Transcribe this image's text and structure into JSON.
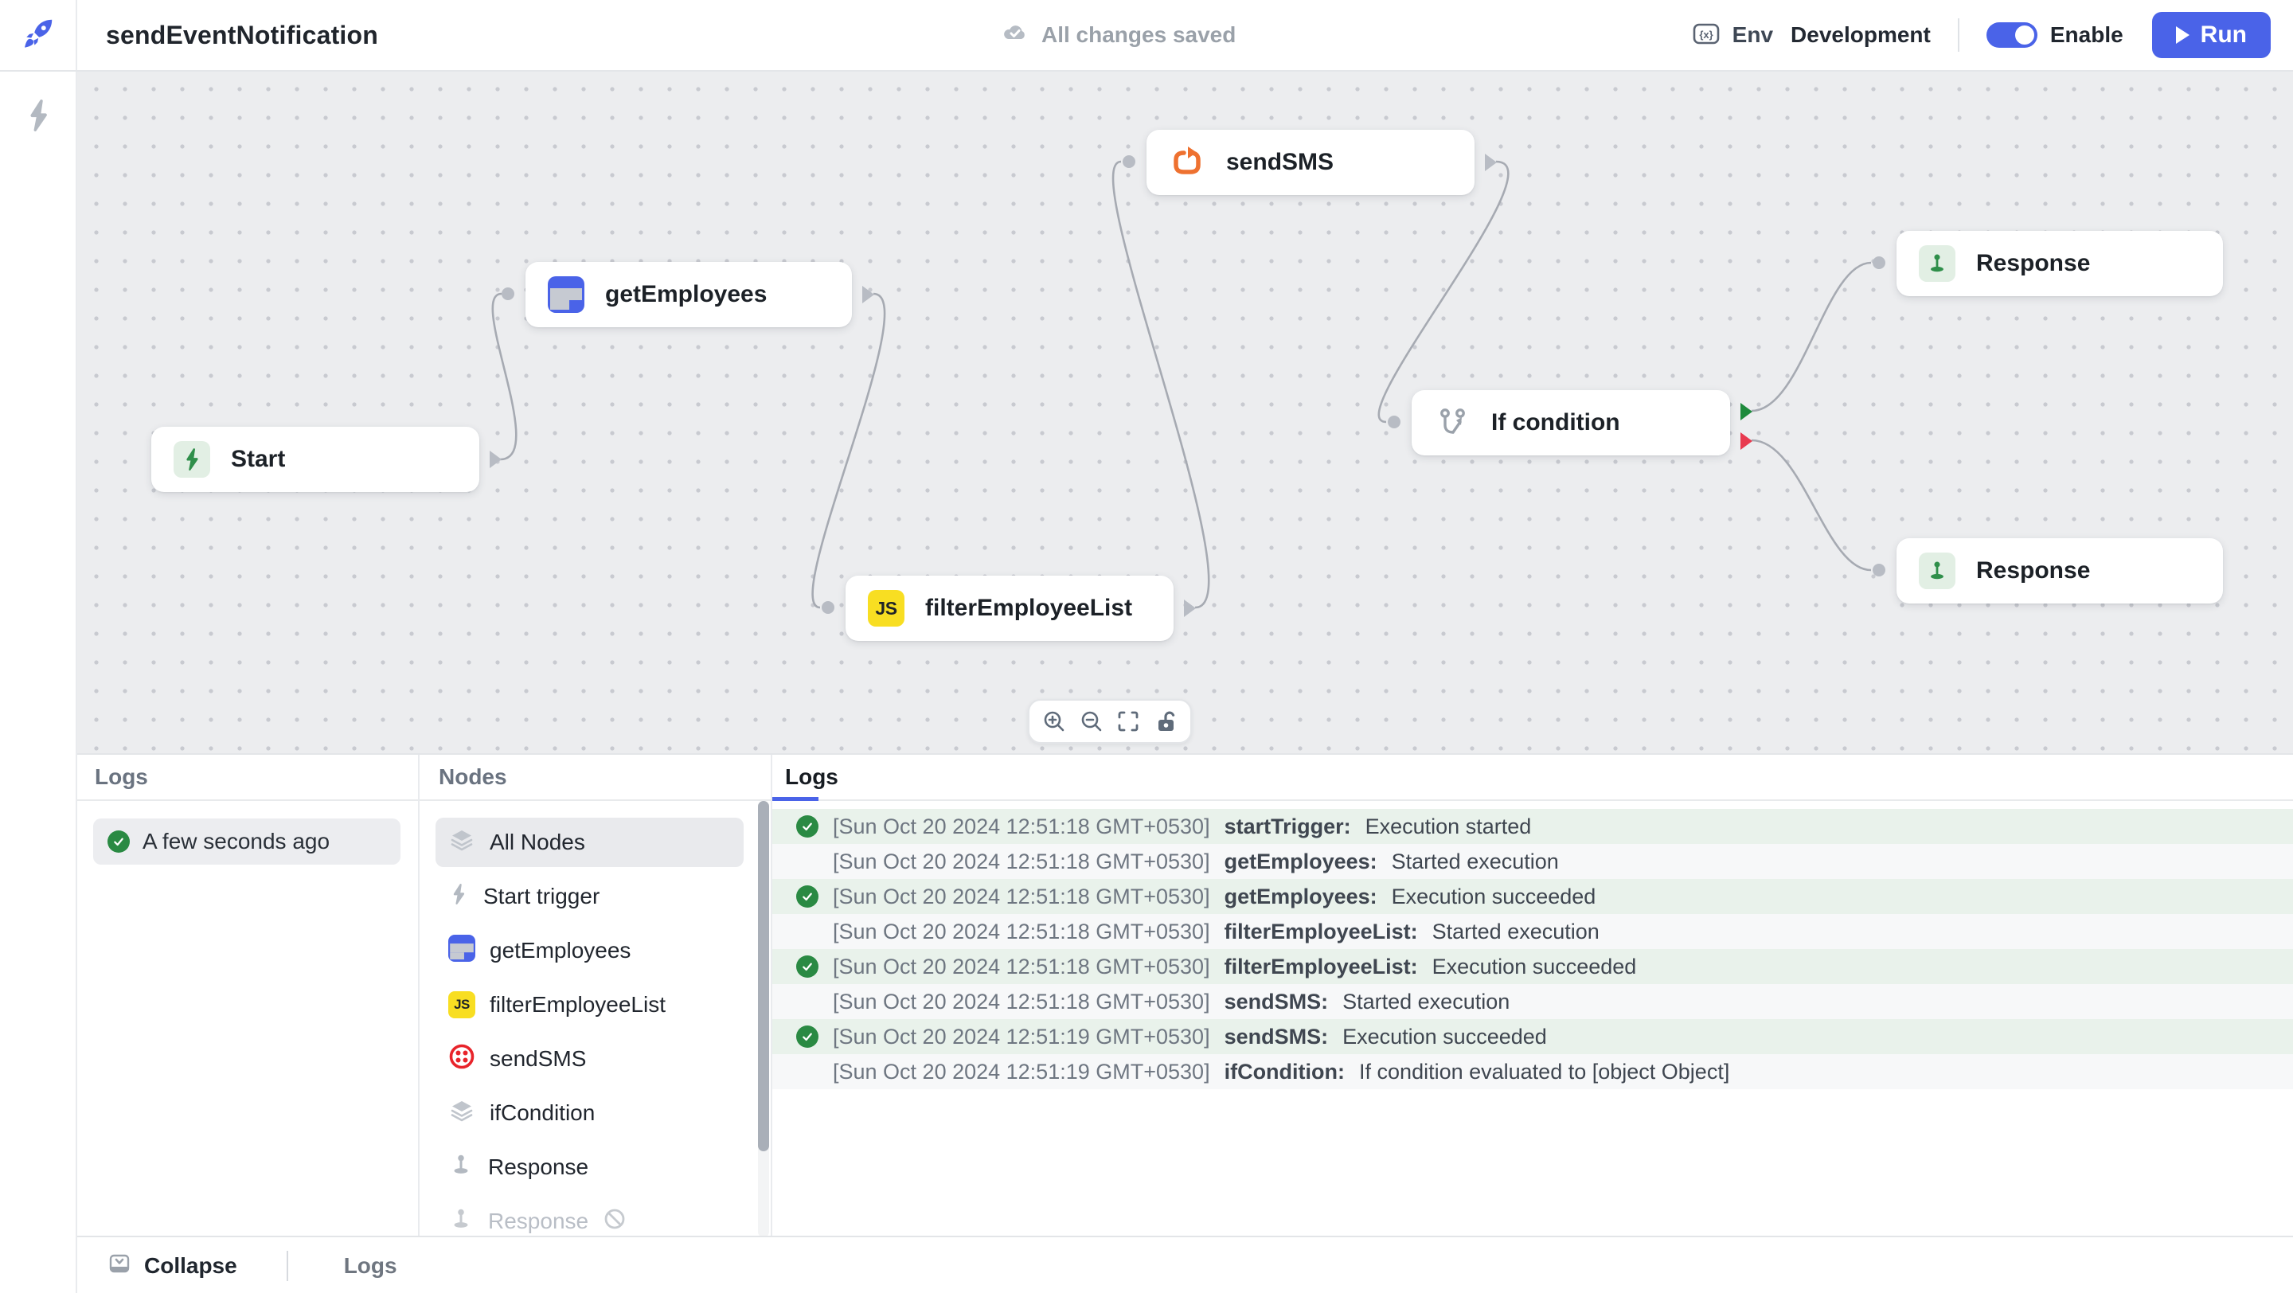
{
  "header": {
    "title": "sendEventNotification",
    "save_status": "All changes saved",
    "env_label": "Env",
    "env_value": "Development",
    "enable_label": "Enable",
    "run_label": "Run"
  },
  "canvas": {
    "nodes": [
      {
        "id": "start",
        "label": "Start",
        "icon": "lightning-green-icon"
      },
      {
        "id": "getEmployees",
        "label": "getEmployees",
        "icon": "datasource-table-icon"
      },
      {
        "id": "sendSMS",
        "label": "sendSMS",
        "icon": "loop-arrow-orange-icon"
      },
      {
        "id": "filterEmployeeList",
        "label": "filterEmployeeList",
        "icon": "js-icon"
      },
      {
        "id": "ifCondition",
        "label": "If condition",
        "icon": "branch-icon"
      },
      {
        "id": "response1",
        "label": "Response",
        "icon": "response-pin-green-icon"
      },
      {
        "id": "response2",
        "label": "Response",
        "icon": "response-pin-green-icon"
      }
    ],
    "toolbar_icons": [
      "zoom-in-icon",
      "zoom-out-icon",
      "fit-view-icon",
      "lock-open-icon"
    ]
  },
  "panels": {
    "runs": {
      "header": "Logs",
      "selected_run": "A few seconds ago"
    },
    "nodes": {
      "header": "Nodes",
      "items": [
        {
          "label": "All Nodes",
          "icon": "layers-icon",
          "selected": true
        },
        {
          "label": "Start trigger",
          "icon": "lightning-gray-icon"
        },
        {
          "label": "getEmployees",
          "icon": "datasource-table-icon"
        },
        {
          "label": "filterEmployeeList",
          "icon": "js-icon"
        },
        {
          "label": "sendSMS",
          "icon": "twilio-icon"
        },
        {
          "label": "ifCondition",
          "icon": "layers-icon"
        },
        {
          "label": "Response",
          "icon": "response-pin-icon"
        },
        {
          "label": "Response",
          "icon": "response-pin-icon",
          "disabled": true
        }
      ]
    },
    "logs": {
      "tab": "Logs",
      "entries": [
        {
          "ts": "[Sun Oct 20 2024 12:51:18 GMT+0530]",
          "node": "startTrigger:",
          "message": "Execution started",
          "ok": true
        },
        {
          "ts": "[Sun Oct 20 2024 12:51:18 GMT+0530]",
          "node": "getEmployees:",
          "message": "Started execution",
          "ok": false
        },
        {
          "ts": "[Sun Oct 20 2024 12:51:18 GMT+0530]",
          "node": "getEmployees:",
          "message": "Execution succeeded",
          "ok": true
        },
        {
          "ts": "[Sun Oct 20 2024 12:51:18 GMT+0530]",
          "node": "filterEmployeeList:",
          "message": "Started execution",
          "ok": false
        },
        {
          "ts": "[Sun Oct 20 2024 12:51:18 GMT+0530]",
          "node": "filterEmployeeList:",
          "message": "Execution succeeded",
          "ok": true
        },
        {
          "ts": "[Sun Oct 20 2024 12:51:18 GMT+0530]",
          "node": "sendSMS:",
          "message": "Started execution",
          "ok": false
        },
        {
          "ts": "[Sun Oct 20 2024 12:51:19 GMT+0530]",
          "node": "sendSMS:",
          "message": "Execution succeeded",
          "ok": true
        },
        {
          "ts": "[Sun Oct 20 2024 12:51:19 GMT+0530]",
          "node": "ifCondition:",
          "message": "If condition evaluated to [object Object]",
          "ok": false
        }
      ]
    }
  },
  "footer": {
    "collapse_label": "Collapse",
    "logs_label": "Logs"
  },
  "colors": {
    "accent": "#4A63E8",
    "success": "#2A8A43",
    "error": "#E83A4F",
    "orange": "#EE7130",
    "js_yellow": "#F8DE22",
    "twilio_red": "#E8242B",
    "canvas_bg": "#ECEDEF",
    "log_row_success_bg": "#E9F2EB"
  }
}
